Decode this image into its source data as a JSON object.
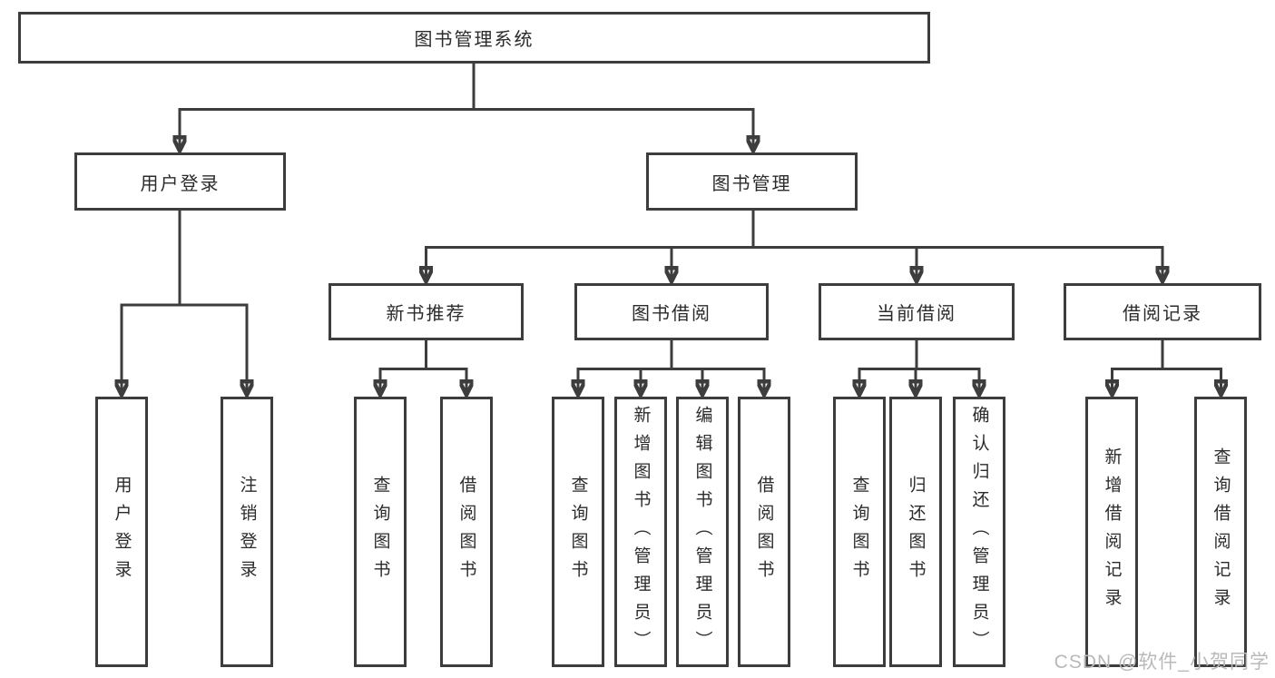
{
  "colors": {
    "line": "#3d3d3d",
    "box_border": "#3d3d3d",
    "box_background": "#ffffff",
    "text": "#2b2b2b",
    "watermark_text": "#b9b9b9"
  },
  "watermark": {
    "text": "CSDN @软件_小贺同学"
  },
  "tree": {
    "root": {
      "label": "图书管理系统"
    },
    "level2": [
      {
        "label": "用户登录",
        "children": [
          {
            "label": "用户登录"
          },
          {
            "label": "注销登录"
          }
        ]
      },
      {
        "label": "图书管理",
        "children": [
          {
            "label": "新书推荐",
            "children": [
              {
                "label": "查询图书"
              },
              {
                "label": "借阅图书"
              }
            ]
          },
          {
            "label": "图书借阅",
            "children": [
              {
                "label": "查询图书"
              },
              {
                "label": "新增图书（管理员）"
              },
              {
                "label": "编辑图书（管理员）"
              },
              {
                "label": "借阅图书"
              }
            ]
          },
          {
            "label": "当前借阅",
            "children": [
              {
                "label": "查询图书"
              },
              {
                "label": "归还图书"
              },
              {
                "label": "确认归还（管理员）"
              }
            ]
          },
          {
            "label": "借阅记录",
            "children": [
              {
                "label": "新增借阅记录"
              },
              {
                "label": "查询借阅记录"
              }
            ]
          }
        ]
      }
    ]
  }
}
